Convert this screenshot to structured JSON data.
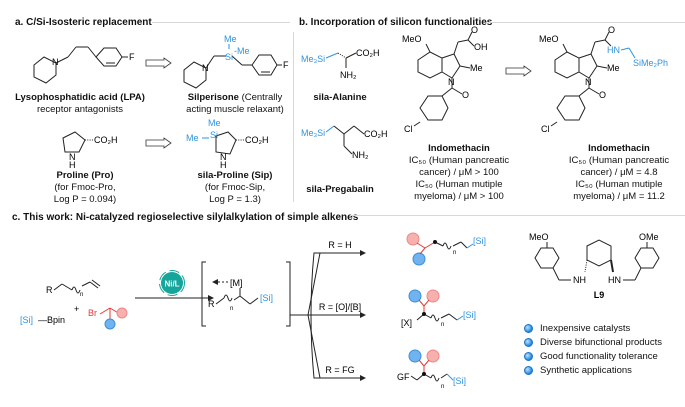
{
  "sections": {
    "a": {
      "title": "a. C/Si-Isosteric replacement"
    },
    "b": {
      "title": "b. Incorporation of silicon functionalities"
    },
    "c": {
      "title": "c. This work: Ni-catalyzed regioselective silylalkylation of  simple alkenes"
    }
  },
  "panel_a": {
    "lpa": {
      "name": "Lysophosphatidic acid (LPA)",
      "desc": "receptor antagonists",
      "atom_f": "F",
      "atom_n": "N"
    },
    "silperisone": {
      "name": "Silperisone",
      "desc_1": "(Centrally",
      "desc_2": "acting muscle relaxant)",
      "si_me_top": "Me",
      "si_me_right": "-Me",
      "si": "Si",
      "atom_f": "F",
      "atom_n": "N"
    },
    "proline": {
      "name": "Proline (Pro)",
      "desc_1": "(for Fmoc-Pro,",
      "desc_2": "Log P = 0.094)",
      "group": "CO₂H",
      "nh": "N",
      "h": "H"
    },
    "sila_proline": {
      "name": "sila-Proline (Sip)",
      "desc_1": "(for Fmoc-Sip,",
      "desc_2": "Log P = 1.3)",
      "group": "CO₂H",
      "me_top": "Me",
      "me_left": "Me",
      "si": "Si",
      "nh": "N",
      "h": "H"
    }
  },
  "panel_b": {
    "sila_alanine": {
      "name": "sila-Alanine",
      "si_group": "Me₃Si",
      "acid": "CO₂H",
      "amine": "NH₂"
    },
    "sila_pregabalin": {
      "name": "sila-Pregabalin",
      "si_group": "Me₃Si",
      "acid": "CO₂H",
      "amine": "NH₂"
    },
    "indomethacin": {
      "name": "Indomethacin",
      "ic50_1a": "IC₅₀ (Human pancreatic",
      "ic50_1b": "cancer) / μM > 100",
      "ic50_2a": "IC₅₀ (Human mutiple",
      "ic50_2b": "myeloma) / μM > 100",
      "meo": "MeO",
      "me": "Me",
      "oh": "OH",
      "o": "O",
      "n": "N",
      "cl": "Cl"
    },
    "sila_indomethacin": {
      "name": "Indomethacin",
      "ic50_1a": "IC₅₀ (Human pancreatic",
      "ic50_1b": "cancer) / μM = 4.8",
      "ic50_2a": "IC₅₀ (Human mutiple",
      "ic50_2b": "myeloma) / μM = 11.2",
      "meo": "MeO",
      "me": "Me",
      "hn": "HN",
      "si_group": "SiMe₂Ph",
      "o": "O",
      "n": "N",
      "cl": "Cl"
    }
  },
  "panel_c": {
    "alkene_r": "R",
    "alkene_n": "n",
    "plus": "+",
    "si_bpin_si": "[Si]",
    "si_bpin_rest": "—Bpin",
    "br": "Br",
    "catalyst": "Ni/L",
    "intermediate": {
      "m": "[M]",
      "r": "R",
      "n": "n",
      "si": "[Si]"
    },
    "branches": [
      {
        "condition": "R = H",
        "n": "n",
        "si": "[Si]"
      },
      {
        "condition": "R = [O]/[B]",
        "x": "[X]",
        "n": "n",
        "si": "[Si]"
      },
      {
        "condition": "R = FG",
        "gf": "GF",
        "n": "n",
        "si": "[Si]"
      }
    ],
    "ligand": {
      "name": "L9",
      "ome_left": "MeO",
      "ome_right": "OMe",
      "nh_left": "NH",
      "nh_right": "HN"
    },
    "highlights": [
      "Inexpensive catalysts",
      "Diverse bifunctional products",
      "Good functionality tolerance",
      "Synthetic applications"
    ]
  },
  "colors": {
    "silicon": "#2f93e0",
    "bromide": "#e53935",
    "red_sphere": "#f6b0ae",
    "blue_sphere": "#6fb4f0",
    "catalyst": "#14a59b"
  }
}
